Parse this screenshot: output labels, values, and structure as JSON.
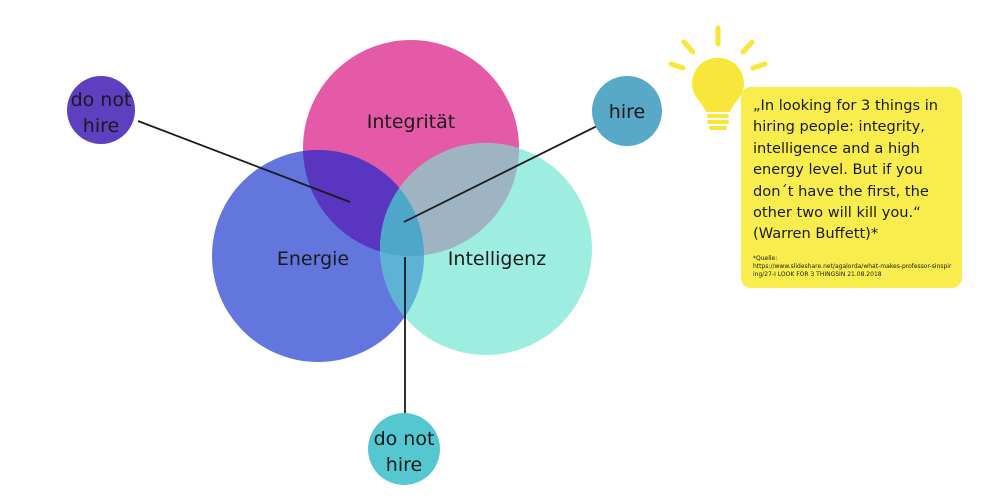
{
  "circles": {
    "top_label": "Integrität",
    "left_label": "Energie",
    "right_label": "Intelligenz"
  },
  "badges": {
    "top_left": {
      "line1": "do not",
      "line2": "hire"
    },
    "top_right": {
      "line1": "hire"
    },
    "bottom": {
      "line1": "do not",
      "line2": "hire"
    }
  },
  "quote": {
    "text": "„In looking for 3 things in\nhiring people: integrity,\nintelligence and a high\nenergy level. But if you\ndon´t have the first, the\nother two will kill you.“\n(Warren Buffett)*",
    "source": "*Quelle:\nhttps://www.slideshare.net/agalorda/what-makes-professor-sinspiring/27-I LOOK FOR 3 THINGSIN 21.08.2018"
  },
  "icons": {
    "lightbulb": "lightbulb-icon"
  },
  "colors": {
    "integritaet": "#e45aa6",
    "energie": "#5a6fdc",
    "intelligenz": "#8cebdc",
    "badge_dark": "#5d3fc0",
    "badge_hire": "#58a8c8",
    "badge_bottom": "#55c7d1",
    "quote_bg": "#f8ed4d",
    "bulb": "#f8e63a"
  }
}
